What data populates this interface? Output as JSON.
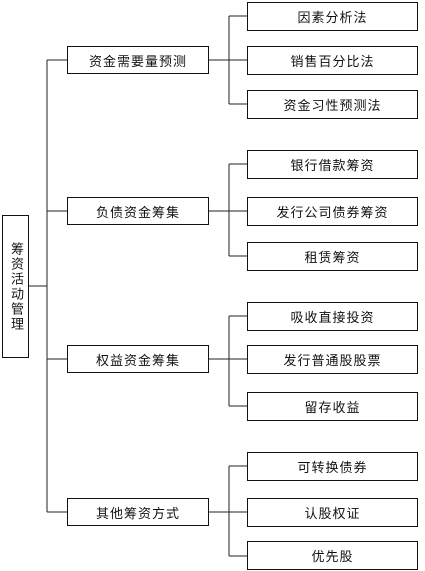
{
  "root": {
    "label": "筹资活动管理"
  },
  "groups": [
    {
      "label": "资金需要量预测",
      "items": [
        "因素分析法",
        "销售百分比法",
        "资金习性预测法"
      ]
    },
    {
      "label": "负债资金筹集",
      "items": [
        "银行借款筹资",
        "发行公司债券筹资",
        "租赁筹资"
      ]
    },
    {
      "label": "权益资金筹集",
      "items": [
        "吸收直接投资",
        "发行普通股股票",
        "留存收益"
      ]
    },
    {
      "label": "其他筹资方式",
      "items": [
        "可转换债券",
        "认股权证",
        "优先股"
      ]
    }
  ]
}
